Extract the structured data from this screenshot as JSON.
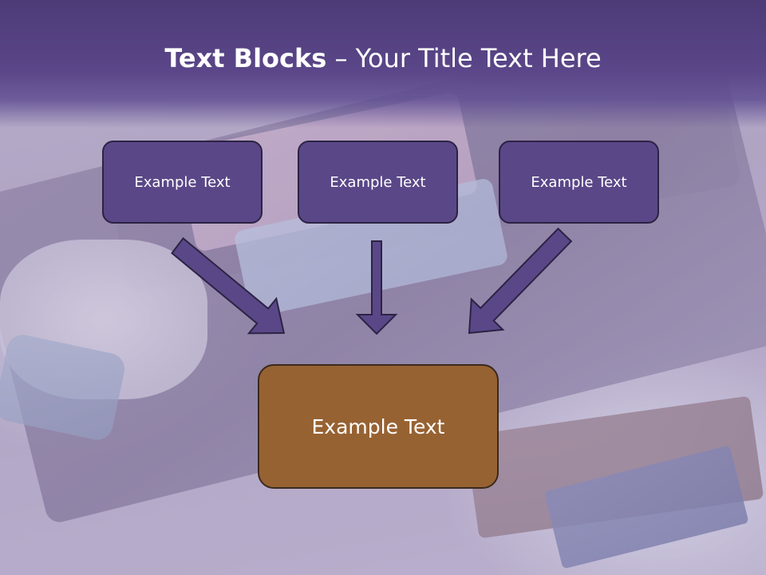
{
  "title": {
    "bold_part": "Text Blocks",
    "rest_part": " – Your Title Text Here"
  },
  "boxes": {
    "top": [
      {
        "label": "Example Text"
      },
      {
        "label": "Example Text"
      },
      {
        "label": "Example Text"
      }
    ],
    "bottom": {
      "label": "Example Text"
    }
  },
  "colors": {
    "title_band": "#5a4688",
    "top_box_fill": "#5a4788",
    "bottom_box_fill": "#976232",
    "arrow_fill": "#5a4788",
    "outline": "#2c2343"
  }
}
